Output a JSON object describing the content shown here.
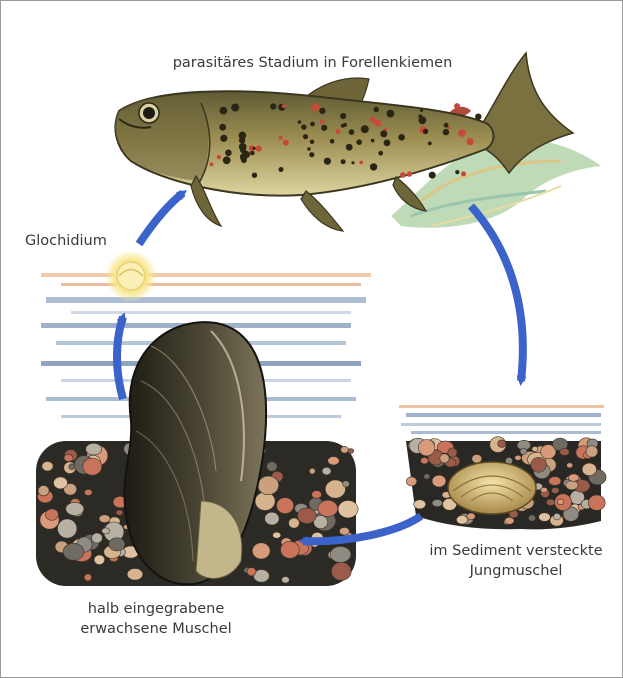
{
  "labels": {
    "parasitic_stage": "parasitäres Stadium in Forellenkiemen",
    "glochidium": "Glochidium",
    "juvenile_line1": "im Sediment versteckte",
    "juvenile_line2": "Jungmuschel",
    "adult_line1": "halb eingegrabene",
    "adult_line2": "erwachsene Muschel"
  },
  "colors": {
    "arrow": "#3b63c9",
    "text": "#3a3a3a",
    "fish_body": "#9a8a4e",
    "water": "#8fa6c2"
  }
}
